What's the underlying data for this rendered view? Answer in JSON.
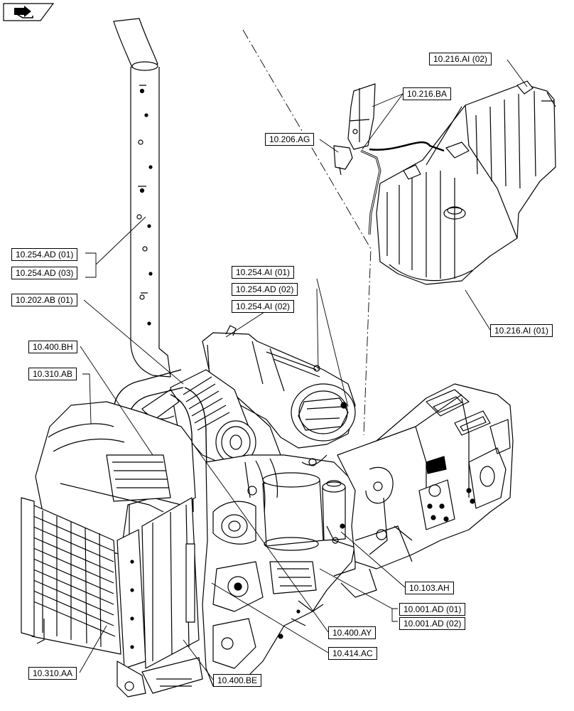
{
  "labels": {
    "ai_216_02": "10.216.AI (02)",
    "ba_216": "10.216.BA",
    "ag_206": "10.206.AG",
    "ad_254_01": "10.254.AD (01)",
    "ad_254_03": "10.254.AD (03)",
    "ai_254_01": "10.254.AI (01)",
    "ad_254_02": "10.254.AD (02)",
    "ab_202_01": "10.202.AB (01)",
    "ai_254_02": "10.254.AI (02)",
    "bh_400": "10.400.BH",
    "ab_310": "10.310.AB",
    "ai_216_01": "10.216.AI (01)",
    "ah_103": "10.103.AH",
    "ad_001_01": "10.001.AD (01)",
    "ad_001_02": "10.001.AD (02)",
    "ay_400": "10.400.AY",
    "ac_414": "10.414.AC",
    "aa_310": "10.310.AA",
    "be_400": "10.400.BE"
  },
  "icons": {
    "nav": "book-arrow-icon"
  }
}
